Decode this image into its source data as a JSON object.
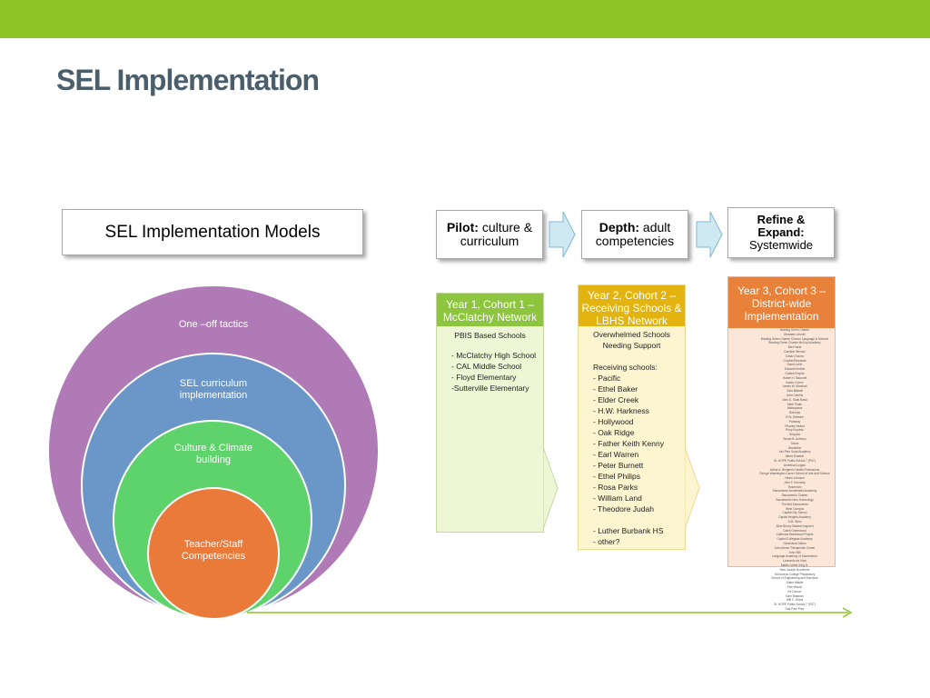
{
  "slide": {
    "title": "SEL Implementation",
    "models_label": "SEL Implementation Models",
    "accent_color": "#8ec425"
  },
  "stages": [
    {
      "bold": "Pilot:",
      "text": "culture & curriculum"
    },
    {
      "bold": "Depth:",
      "text": "adult competencies"
    },
    {
      "bold": "Refine & Expand:",
      "text": "Systemwide"
    }
  ],
  "circles": [
    {
      "label": "One –off tactics",
      "color": "#b07ab6"
    },
    {
      "label": "SEL curriculum implementation",
      "color": "#6a97c8"
    },
    {
      "label": "Culture & Climate building",
      "color": "#5ed36b"
    },
    {
      "label": "Teacher/Staff Competencies",
      "color": "#ea7a3a"
    }
  ],
  "cohorts": {
    "year1": {
      "header": "Year 1, Cohort 1 – McClatchy Network",
      "subtitle": "PBIS Based Schools",
      "items": [
        "- McClatchy High School",
        "- CAL Middle School",
        "- Floyd Elementary",
        "-Sutterville Elementary"
      ]
    },
    "year2": {
      "header": "Year 2, Cohort 2 – Receiving Schools & LBHS Network",
      "subtitle": "Overwhelmed Schools Needing Support",
      "list_title": "Receiving schools:",
      "items": [
        "- Pacific",
        "- Ethel Baker",
        "- Elder Creek",
        "- H.W. Harkness",
        "- Hollywood",
        "- Oak Ridge",
        "- Father Keith Kenny",
        "- Earl Warren",
        "- Peter Burnett",
        "- Ethel Philips",
        "- Rosa Parks",
        "- William Land",
        "- Theodore Judah"
      ],
      "extra_items": [
        "- Luther Burbank HS",
        "- other?"
      ]
    },
    "year3": {
      "header": "Year 3, Cohort 3 – District-wide Implementation",
      "schools": [
        "Bowling Green Charter",
        "Abraham Lincoln",
        "Bowling Green Charter Chacon Language & Science",
        "Bowling Green Charter McCoy Academy",
        "Bret Harte",
        "Caroline Wenzel",
        "Cesar Chavez",
        "Crocker/Riverside",
        "David Lubin",
        "Edward Kemble",
        "Golden Empire",
        "Hubert H. Bancroft",
        "Isador Cohen",
        "James W. Marshall",
        "John Bidwell",
        "John Cabrillo",
        "John D. Sloat Basic",
        "Mark Twain",
        "Matsuyama",
        "Nicholas",
        "O.W. Erlewine",
        "Parkway",
        "Phoebe Hearst",
        "Pony Express",
        "Sequoia",
        "Susan B. Anthony",
        "Tahoe",
        "Woodbine",
        "Yav Pem Suab Academy",
        "Albert Einstein",
        "St. HOPE Public School 7 (PS7)",
        "American Legion",
        "Arthur A. Benjamin Health Professions",
        "George Washington Carver School of Arts and Science",
        "Hiram Johnson",
        "John F. Kennedy",
        "Rosemont",
        "Sacramento Accelerated Academy",
        "Sacramento Charter",
        "Sacramento New Technology",
        "The Met Sacramento",
        "West Campus",
        "Capital City School",
        "Capitol Heights Academy",
        "A.M. Winn",
        "Alice Birney Waldorf-Inspired",
        "Caleb Greenwood",
        "California Montessori Project",
        "Capitol Collegiate Academy",
        "Genevieve Didion",
        "John Morse Therapeutic Center",
        "John Still",
        "Language Academy of Sacramento",
        "Leonardo da Vinci",
        "Martin Luther King Jr.",
        "New Joseph Bonnheim",
        "Sol Aureus College Preparatory",
        "School of Engineering and Sciences",
        "Sutter Middle",
        "Fern Bacon",
        "Kit Carson",
        "Sam Brannan",
        "Will C. Wood",
        "St. HOPE Public School 7 (PS7)",
        "Oak Park Prep"
      ]
    }
  }
}
